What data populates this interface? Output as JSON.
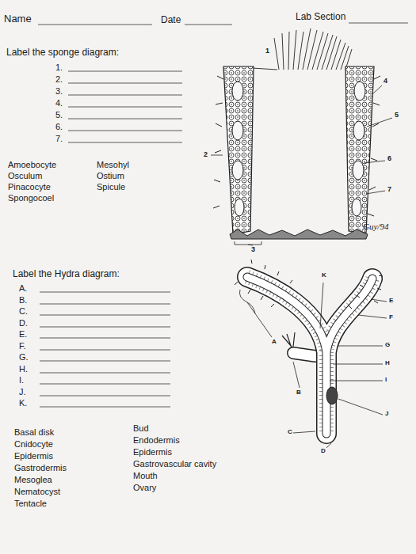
{
  "diagram": {
    "labels": [
      "Name",
      "Date",
      "Lab Section",
      "Label the sponge diagram:",
      "1.",
      "2.",
      "3.",
      "4.",
      "5.",
      "6.",
      "7.",
      "Amoebocyte",
      "Osculum",
      "Pinacocyte",
      "Spongocoel",
      "Mesohyl",
      "Ostium",
      "Spicule",
      "1",
      "2",
      "3",
      "4",
      "5",
      "6",
      "7",
      "Guy/94",
      "Label the Hydra diagram:",
      "A.",
      "B.",
      "C.",
      "D.",
      "E.",
      "F.",
      "G.",
      "H.",
      "I.",
      "J.",
      "K.",
      "Basal disk",
      "Cnidocyte",
      "Epidermis",
      "Gastrodermis",
      "Mesoglea",
      "Nematocyst",
      "Tentacle",
      "Bud",
      "Endodermis",
      "Epidermis",
      "Gastrovascular cavity",
      "Mouth",
      "Ovary",
      "K",
      "E",
      "F",
      "A",
      "G",
      "H",
      "I",
      "B",
      "J",
      "C",
      "D"
    ]
  }
}
